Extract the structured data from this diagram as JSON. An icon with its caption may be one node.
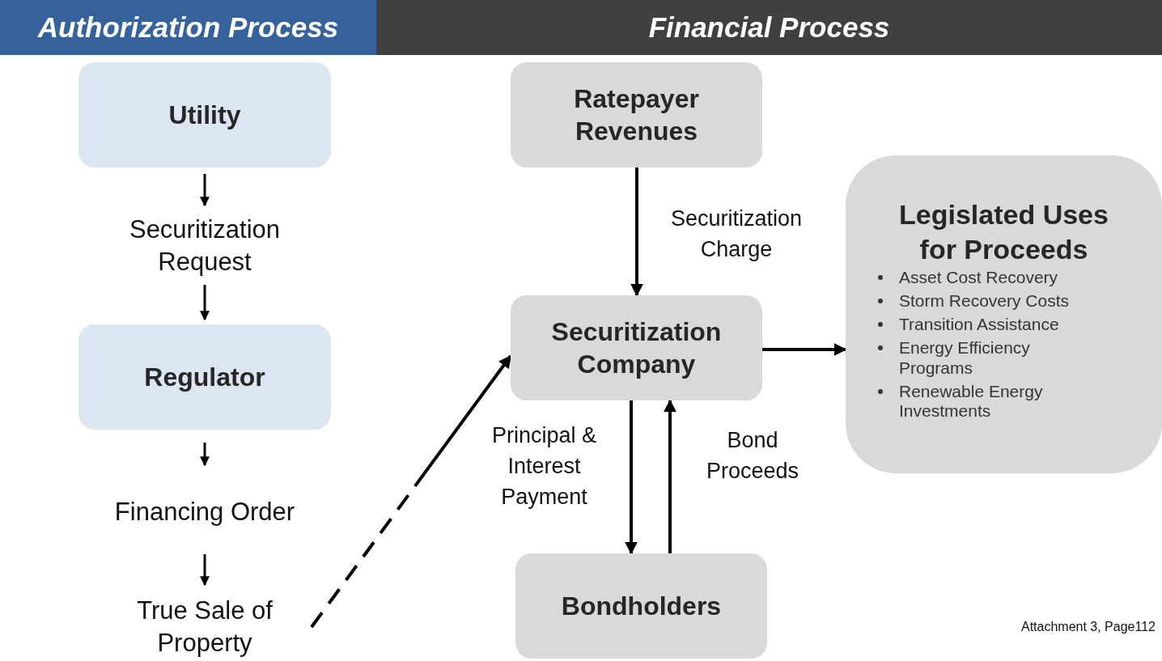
{
  "diagram": {
    "nodes": [
      {
        "text": [
          "Authorization Process"
        ]
      },
      {
        "text": [
          "Financial Process"
        ]
      },
      {
        "text": [
          "Utility"
        ]
      },
      {
        "text": [
          "Securitization Request"
        ]
      },
      {
        "text": [
          "Regulator"
        ]
      },
      {
        "text": [
          "Financing Order"
        ]
      },
      {
        "text": [
          "True Sale of Property"
        ]
      },
      {
        "text": [
          "Ratepayer Revenues"
        ]
      },
      {
        "text": [
          "Securitization Company"
        ]
      },
      {
        "text": [
          "Legislated Uses for Proceeds",
          "Asset Cost Recovery",
          "Storm Recovery Costs",
          "Transition Assistance",
          "Energy Efficiency Programs",
          "Renewable Energy Investments"
        ]
      },
      {
        "text": [
          "Bondholders"
        ]
      }
    ],
    "edges": [
      {
        "from": 2,
        "to": 3,
        "arrow": "to"
      },
      {
        "from": 3,
        "to": 4,
        "arrow": "to"
      },
      {
        "from": 4,
        "to": 5,
        "arrow": "to"
      },
      {
        "from": 5,
        "to": 6,
        "arrow": "to"
      },
      {
        "from": 6,
        "to": 8,
        "arrow": "to",
        "style": "dashed"
      },
      {
        "from": 7,
        "to": 8,
        "arrow": "to",
        "label": "Securitization Charge"
      },
      {
        "from": 8,
        "to": 9,
        "arrow": "to"
      },
      {
        "from": 8,
        "to": 10,
        "arrow": "to",
        "label": "Principal & Interest Payment"
      },
      {
        "from": 10,
        "to": 8,
        "arrow": "to",
        "label": "Bond Proceeds"
      }
    ],
    "labels": [
      "Attachment 3, Page112"
    ]
  }
}
